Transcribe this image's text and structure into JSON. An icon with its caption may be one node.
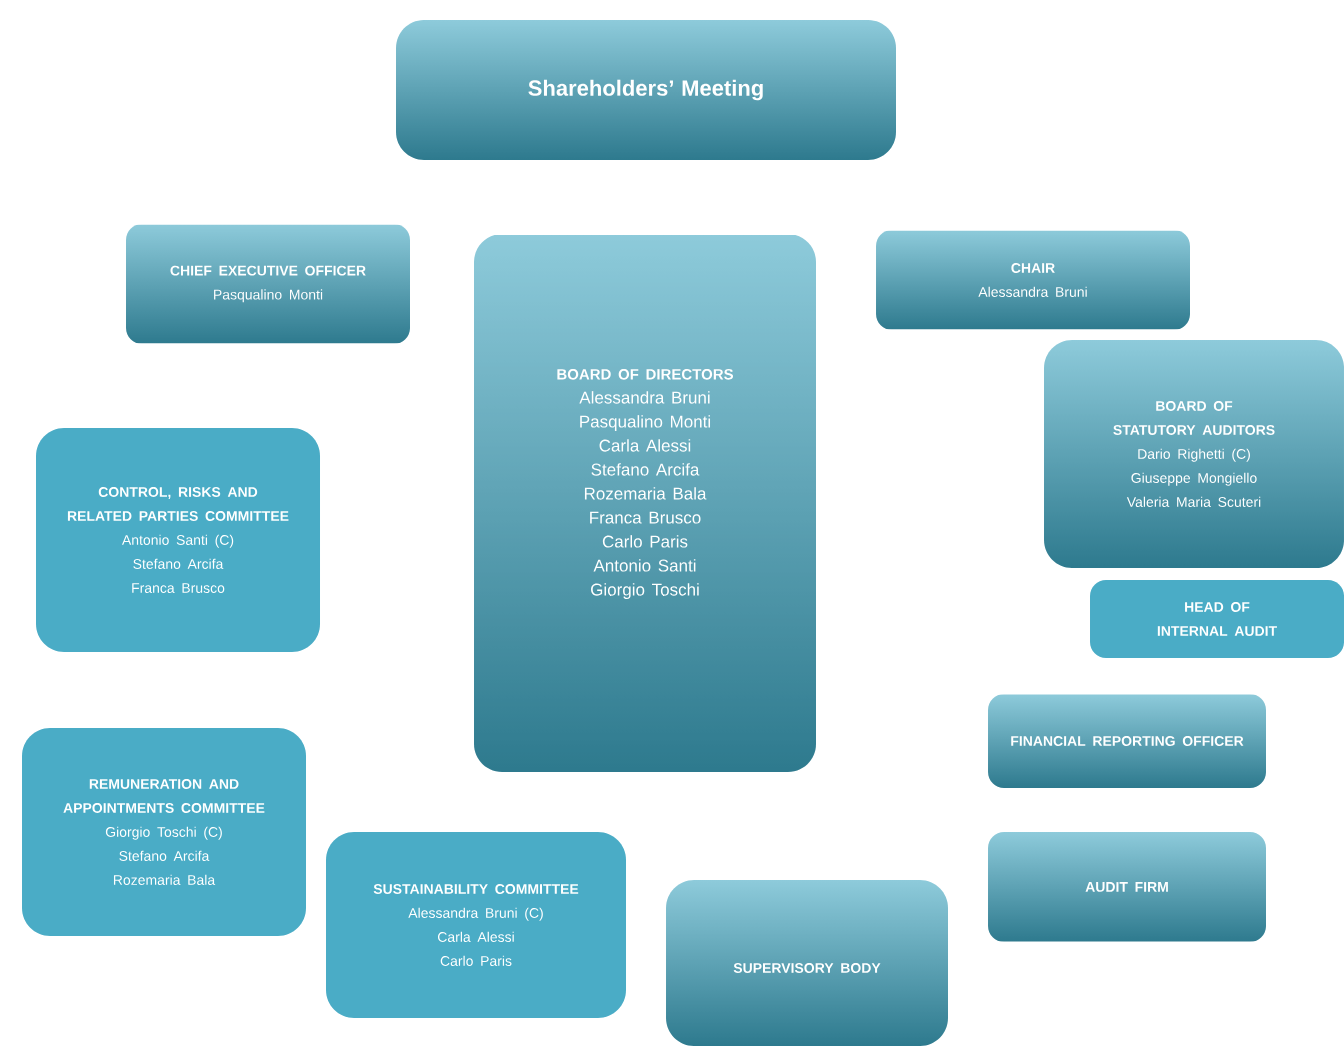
{
  "diagram": {
    "nodes": [
      {
        "text": [
          "Shareholders’ Meeting"
        ]
      },
      {
        "text": [
          "CHIEF EXECUTIVE OFFICER",
          "Pasqualino Monti"
        ]
      },
      {
        "text": [
          "BOARD OF DIRECTORS",
          "Alessandra Bruni",
          "Pasqualino Monti",
          "Carla Alessi",
          "Stefano Arcifa",
          "Rozemaria Bala",
          "Franca Brusco",
          "Carlo Paris",
          "Antonio Santi",
          "Giorgio Toschi"
        ]
      },
      {
        "text": [
          "CHAIR",
          "Alessandra Bruni"
        ]
      },
      {
        "text": [
          "BOARD OF STATUTORY AUDITORS",
          "Dario Righetti (C)",
          "Giuseppe Mongiello",
          "Valeria Maria Scuteri"
        ]
      },
      {
        "text": [
          "CONTROL, RISKS AND RELATED PARTIES COMMITTEE",
          "Antonio Santi (C)",
          "Stefano Arcifa",
          "Franca Brusco"
        ]
      },
      {
        "text": [
          "HEAD OF INTERNAL AUDIT"
        ]
      },
      {
        "text": [
          "FINANCIAL REPORTING OFFICER"
        ]
      },
      {
        "text": [
          "REMUNERATION AND APPOINTMENTS COMMITTEE",
          "Giorgio Toschi (C)",
          "Stefano Arcifa",
          "Rozemaria Bala"
        ]
      },
      {
        "text": [
          "SUSTAINABILITY COMMITTEE",
          "Alessandra Bruni (C)",
          "Carla Alessi",
          "Carlo Paris"
        ]
      },
      {
        "text": [
          "AUDIT FIRM"
        ]
      },
      {
        "text": [
          "SUPERVISORY BODY"
        ]
      }
    ]
  }
}
